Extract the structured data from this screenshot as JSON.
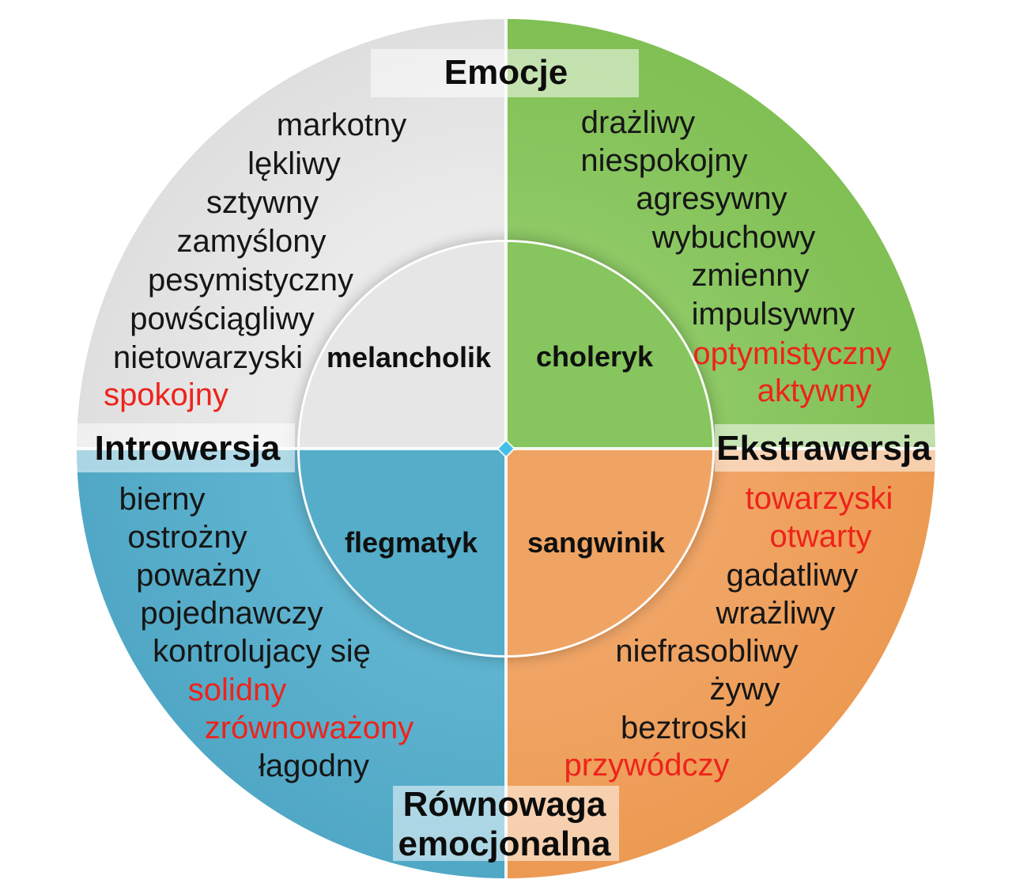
{
  "axes": {
    "top": "Emocje",
    "left": "Introwersja",
    "right": "Ekstrawersja",
    "bottom_line1": "Równowaga",
    "bottom_line2": "emocjonalna"
  },
  "quadrants": {
    "melancholik": {
      "label": "melancholik",
      "color": "#e8e8e8",
      "traits": [
        {
          "text": "markotny",
          "highlighted": false
        },
        {
          "text": "lękliwy",
          "highlighted": false
        },
        {
          "text": "sztywny",
          "highlighted": false
        },
        {
          "text": "zamyślony",
          "highlighted": false
        },
        {
          "text": "pesymistyczny",
          "highlighted": false
        },
        {
          "text": "powściągliwy",
          "highlighted": false
        },
        {
          "text": "nietowarzyski",
          "highlighted": false
        },
        {
          "text": "spokojny",
          "highlighted": true
        }
      ]
    },
    "choleryk": {
      "label": "choleryk",
      "color": "#8cc863",
      "traits": [
        {
          "text": "drażliwy",
          "highlighted": false
        },
        {
          "text": "niespokojny",
          "highlighted": false
        },
        {
          "text": "agresywny",
          "highlighted": false
        },
        {
          "text": "wybuchowy",
          "highlighted": false
        },
        {
          "text": "zmienny",
          "highlighted": false
        },
        {
          "text": "impulsywny",
          "highlighted": false
        },
        {
          "text": "optymistyczny",
          "highlighted": true
        },
        {
          "text": "aktywny",
          "highlighted": true
        }
      ]
    },
    "flegmatyk": {
      "label": "flegmatyk",
      "color": "#5db3cf",
      "traits": [
        {
          "text": "bierny",
          "highlighted": false
        },
        {
          "text": "ostrożny",
          "highlighted": false
        },
        {
          "text": "poważny",
          "highlighted": false
        },
        {
          "text": "pojednawczy",
          "highlighted": false
        },
        {
          "text": "kontrolujacy się",
          "highlighted": false
        },
        {
          "text": "solidny",
          "highlighted": true
        },
        {
          "text": "zrównoważony",
          "highlighted": true
        },
        {
          "text": "łagodny",
          "highlighted": false
        }
      ]
    },
    "sangwinik": {
      "label": "sangwinik",
      "color": "#f0a464",
      "traits": [
        {
          "text": "towarzyski",
          "highlighted": true
        },
        {
          "text": "otwarty",
          "highlighted": true
        },
        {
          "text": "gadatliwy",
          "highlighted": false
        },
        {
          "text": "wrażliwy",
          "highlighted": false
        },
        {
          "text": "niefrasobliwy",
          "highlighted": false
        },
        {
          "text": "żywy",
          "highlighted": false
        },
        {
          "text": "beztroski",
          "highlighted": false
        },
        {
          "text": "przywódczy",
          "highlighted": true
        }
      ]
    }
  },
  "colors": {
    "normal_text": "#161616",
    "highlight_text": "#ee231b",
    "center_marker": "#44c0e8",
    "axis_band": "rgba(255,255,255,0.52)"
  }
}
